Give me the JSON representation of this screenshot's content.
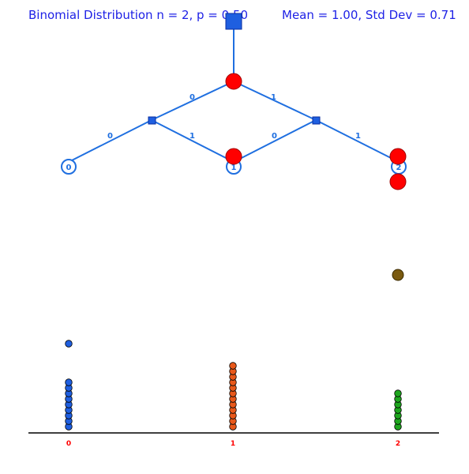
{
  "header": {
    "title": "Binomial Distribution n = 2, p = 0.50",
    "stats": "Mean = 1.00, Std Dev = 0.71"
  },
  "tree": {
    "edge_labels": {
      "level1_left": "0",
      "level1_right": "1",
      "level2_left_left": "0",
      "level2_left_right": "1",
      "level2_right_left": "0",
      "level2_right_right": "1"
    },
    "bins": [
      "0",
      "1",
      "2"
    ],
    "ball_path_ids": [
      0,
      1,
      2
    ]
  },
  "histogram": {
    "categories": [
      "0",
      "1",
      "2"
    ],
    "counts": [
      9,
      12,
      7
    ],
    "dropping_ball_bins": [
      0,
      2
    ],
    "colors": {
      "bin0": "#1f5fe0",
      "bin1": "#e8581a",
      "bin2": "#1ea61e",
      "moving": "#7a5a10",
      "active": "#ff0000",
      "tree": "#1f6fe0",
      "label": "#ff0000"
    }
  }
}
